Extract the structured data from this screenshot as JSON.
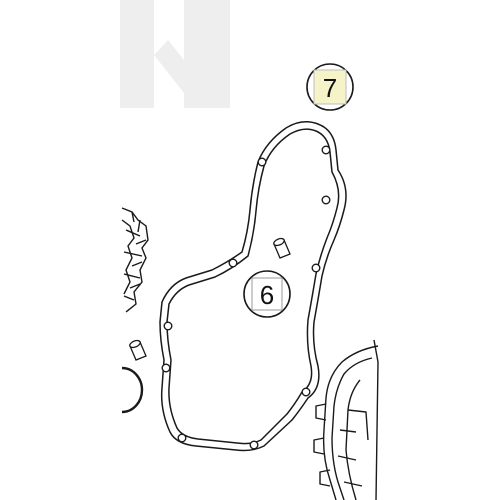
{
  "diagram": {
    "callouts": [
      {
        "id": "gasket",
        "number": "7",
        "highlight": "#f6f3c8"
      },
      {
        "id": "dowel-pin",
        "number": "6",
        "highlight": "#ffffff"
      }
    ],
    "colors": {
      "line": "#1a1a1a",
      "watermark": "#eeeeee",
      "callout_highlight": "#f6f3c8"
    }
  }
}
